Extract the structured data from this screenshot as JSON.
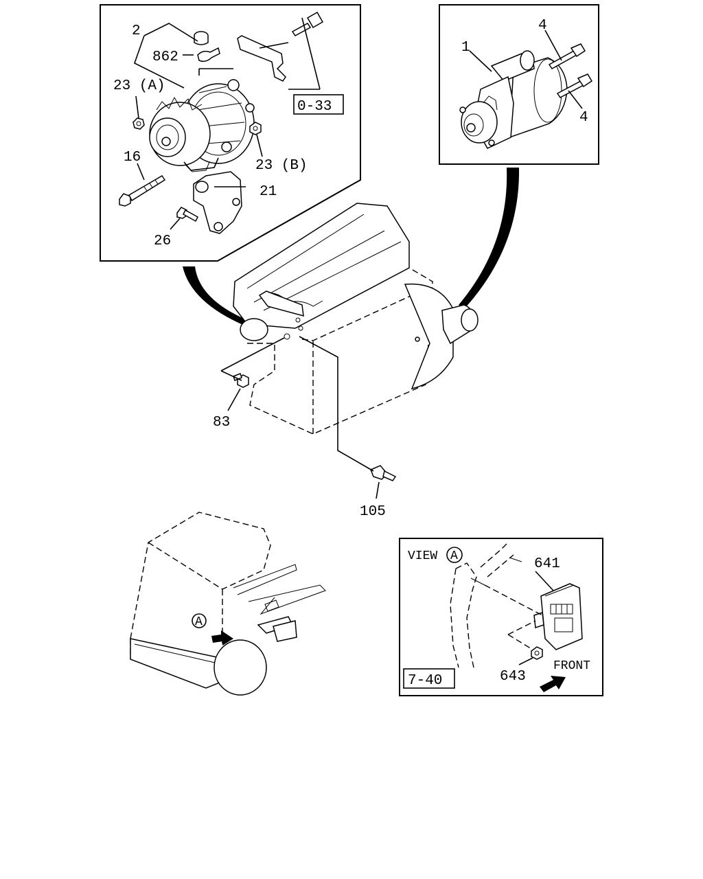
{
  "callouts": {
    "alternator_assy": "2",
    "cap": "862",
    "nut_a": "23 (A)",
    "bolt_long": "16",
    "nut_b": "23 (B)",
    "bracket": "21",
    "bolt_bracket": "26",
    "starter_motor": "1",
    "starter_bolt_top": "4",
    "starter_bolt_bottom": "4",
    "engine_bolt": "83",
    "sensor": "105",
    "relay": "641",
    "relay_nut": "643"
  },
  "references": {
    "alternator_ref": "0-33",
    "relay_ref": "7-40"
  },
  "view_panel": {
    "view_word": "VIEW",
    "view_letter": "A",
    "front_label": "FRONT"
  },
  "vehicle": {
    "view_marker": "A"
  }
}
